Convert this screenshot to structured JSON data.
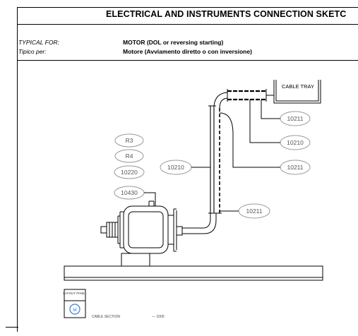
{
  "header": {
    "title": "ELECTRICAL AND INSTRUMENTS CONNECTION SKETC"
  },
  "typical_for": {
    "label_en": "TYPICAL FOR:",
    "label_it": "Tipico per:",
    "value_en": "MOTOR (DOL or reversing starting)",
    "value_it": "Motore (Avviamento diretto o con inversione)"
  },
  "drawing": {
    "cable_tray_label": "CABLE TRAY",
    "left_tags": [
      "R3",
      "R4",
      "10220",
      "10430"
    ],
    "center_tag": "10210",
    "right_tags": [
      "10211",
      "10210",
      "10211"
    ],
    "conduit_tag": "10211",
    "bottom_note": "CABLE SECTION",
    "bottom_note_tail": "— 1000",
    "stamp_label": "LAYOUT PANEL",
    "stamp_symbol": "M"
  }
}
